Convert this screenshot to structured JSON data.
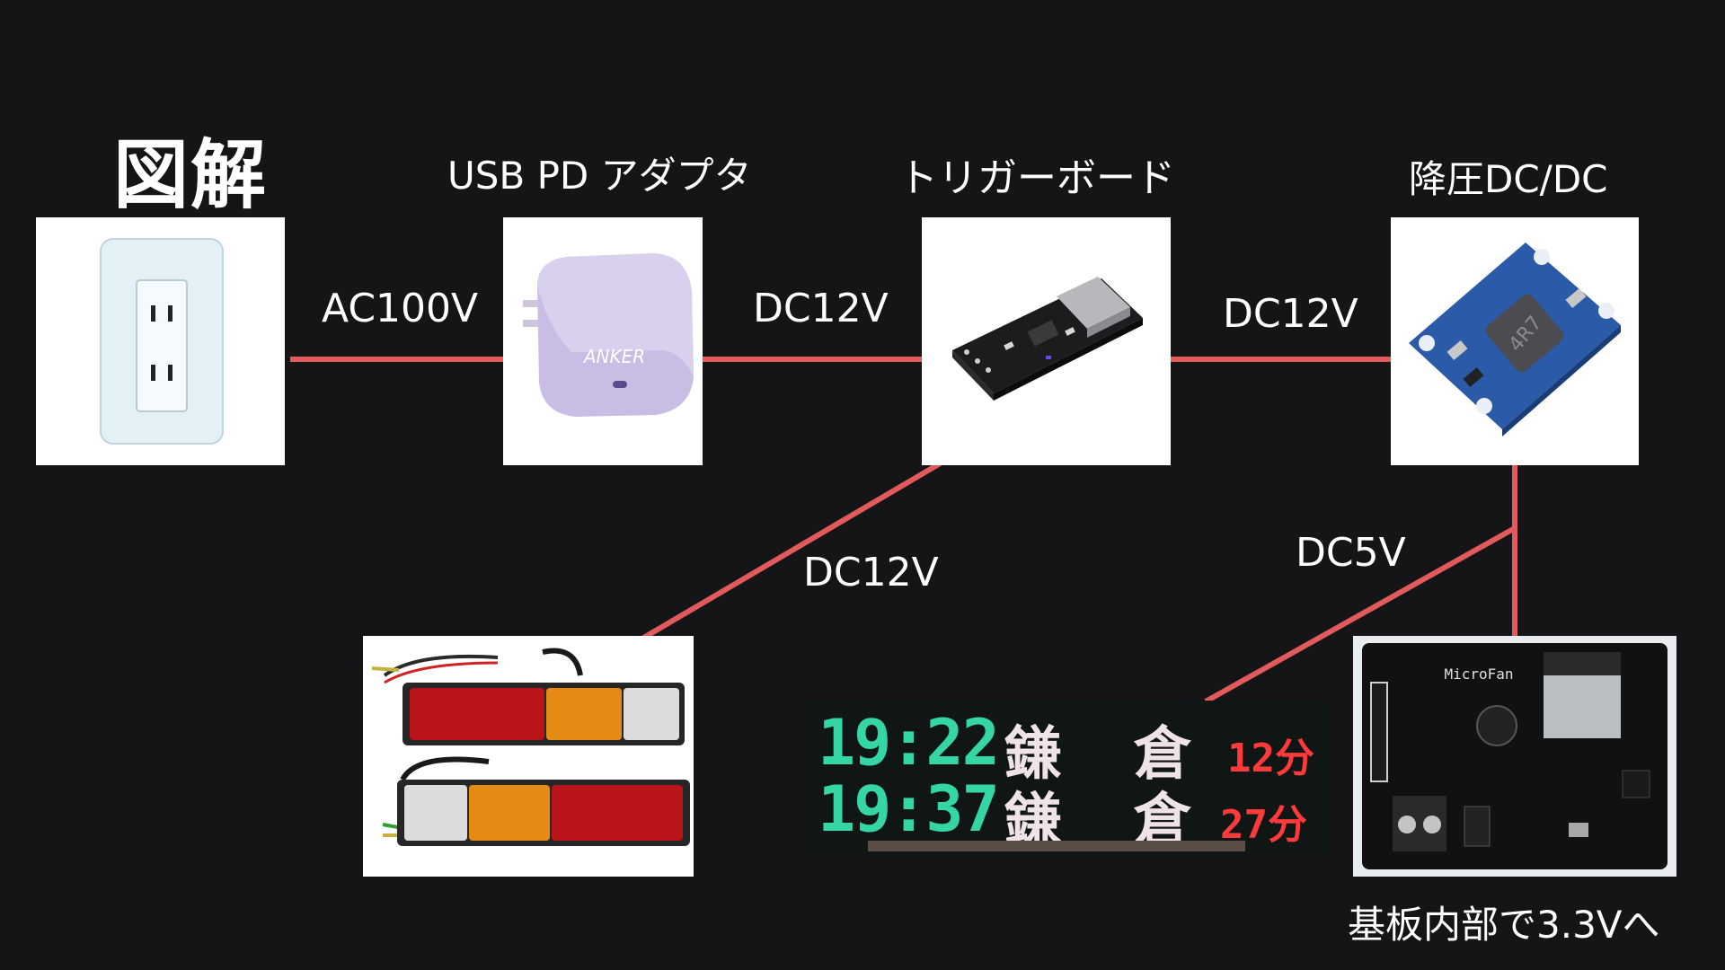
{
  "title": "図解",
  "nodes": {
    "outlet": {
      "label": "",
      "icon": "wall-outlet-photo"
    },
    "adapter": {
      "label": "USB PD アダプタ",
      "brand": "ANKER",
      "icon": "usb-pd-adapter-photo"
    },
    "trigger": {
      "label": "トリガーボード",
      "icon": "trigger-board-photo"
    },
    "dcdc": {
      "label": "降圧DC/DC",
      "inductor_mark": "4R7",
      "icon": "dcdc-module-photo"
    },
    "lamps": {
      "label": "",
      "icon": "led-tail-lamps-photo"
    },
    "display": {
      "row1": {
        "time": "19:22",
        "kanji1": "鎌",
        "kanji2": "倉",
        "mins": "12分"
      },
      "row2": {
        "time": "19:37",
        "kanji1": "鎌",
        "kanji2": "倉",
        "mins": "27分"
      },
      "icon": "led-matrix-display-photo"
    },
    "board": {
      "label": "基板内部で3.3Vへ",
      "silk": "MicroFan",
      "icon": "esp32-board-photo"
    }
  },
  "edges": {
    "outlet_adapter": "AC100V",
    "adapter_trigger": "DC12V",
    "trigger_dcdc": "DC12V",
    "trigger_lamps": "DC12V",
    "dcdc_display": "DC5V"
  },
  "colors": {
    "wire": "#e25a59",
    "background": "#151517",
    "led_green": "#35d6a5",
    "led_white": "#efe3e6",
    "led_red": "#ff3a3a"
  }
}
